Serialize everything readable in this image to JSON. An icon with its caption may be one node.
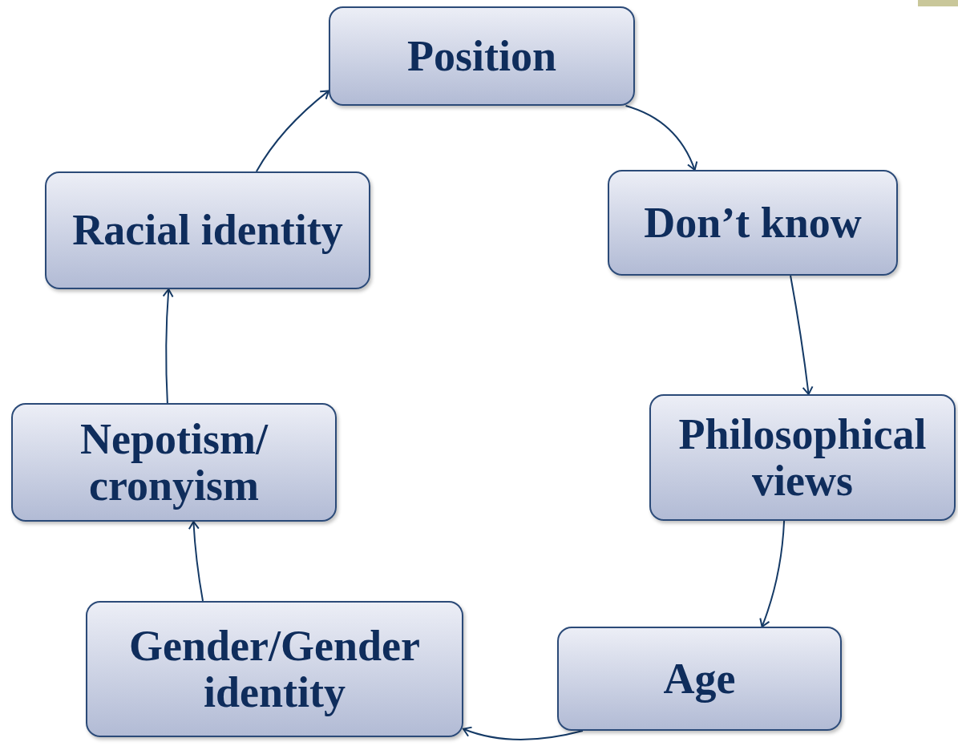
{
  "diagram": {
    "nodes": [
      {
        "text": [
          "Position"
        ]
      },
      {
        "text": [
          "Don’t know"
        ]
      },
      {
        "text": [
          "Philosophical views"
        ]
      },
      {
        "text": [
          "Age"
        ]
      },
      {
        "text": [
          "Gender/Gender identity"
        ]
      },
      {
        "text": [
          "Nepotism/ cronyism"
        ]
      },
      {
        "text": [
          "Racial identity"
        ]
      }
    ],
    "edges": [
      {
        "from": 0,
        "to": 1,
        "arrow": "to"
      },
      {
        "from": 1,
        "to": 2,
        "arrow": "to"
      },
      {
        "from": 2,
        "to": 3,
        "arrow": "to"
      },
      {
        "from": 3,
        "to": 4,
        "arrow": "to"
      },
      {
        "from": 4,
        "to": 5,
        "arrow": "to"
      },
      {
        "from": 5,
        "to": 6,
        "arrow": "to"
      },
      {
        "from": 6,
        "to": 0,
        "arrow": "to"
      }
    ]
  }
}
